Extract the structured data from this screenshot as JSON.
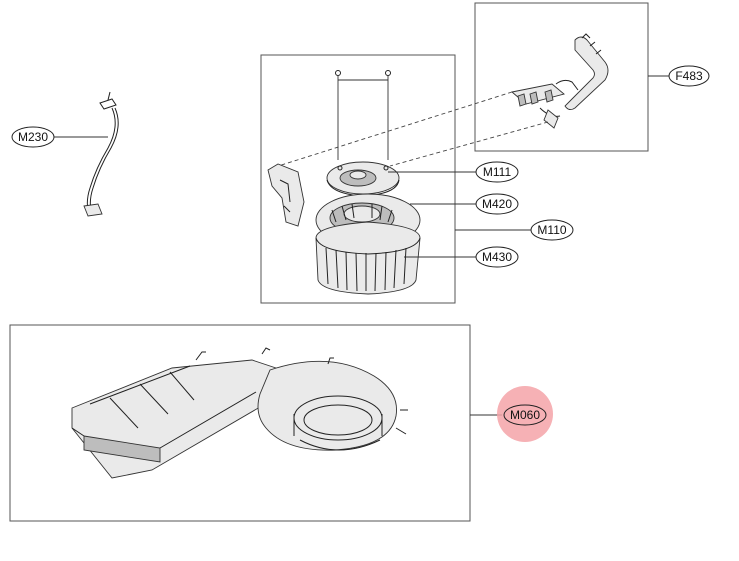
{
  "diagram": {
    "labels": {
      "f483": "F483",
      "m230": "M230",
      "m111": "M111",
      "m420": "M420",
      "m110": "M110",
      "m430": "M430",
      "m060": "M060"
    },
    "colors": {
      "highlight": "#f4a3a8",
      "line": "#333333",
      "box": "#555555",
      "part_fill": "#eaeaea"
    },
    "highlighted_part": "M060"
  }
}
